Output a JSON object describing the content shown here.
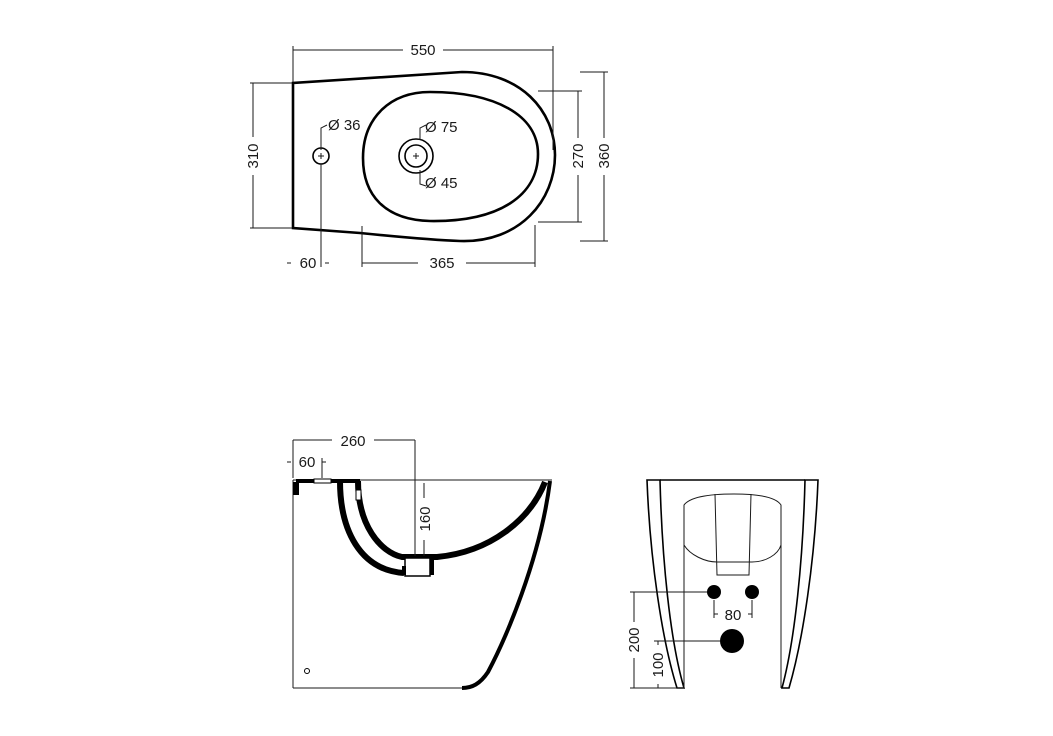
{
  "drawing": {
    "units": "mm",
    "colors": {
      "line": "#000000",
      "background": "#ffffff"
    }
  },
  "top_view": {
    "dimensions": {
      "overall_length": "550",
      "rear_width": "310",
      "front_width": "360",
      "bowl_width": "270",
      "bowl_length": "365",
      "tap_hole_offset": "60"
    },
    "callouts": {
      "tap_hole_diameter": "Ø 36",
      "waste_outer_diameter": "Ø 75",
      "waste_inner_diameter": "Ø 45"
    }
  },
  "side_view": {
    "dimensions": {
      "waste_distance": "260",
      "tap_hole_offset": "60",
      "bowl_depth": "160"
    }
  },
  "rear_view": {
    "dimensions": {
      "fixing_spacing": "80",
      "fixing_height": "200",
      "waste_height": "100"
    }
  }
}
